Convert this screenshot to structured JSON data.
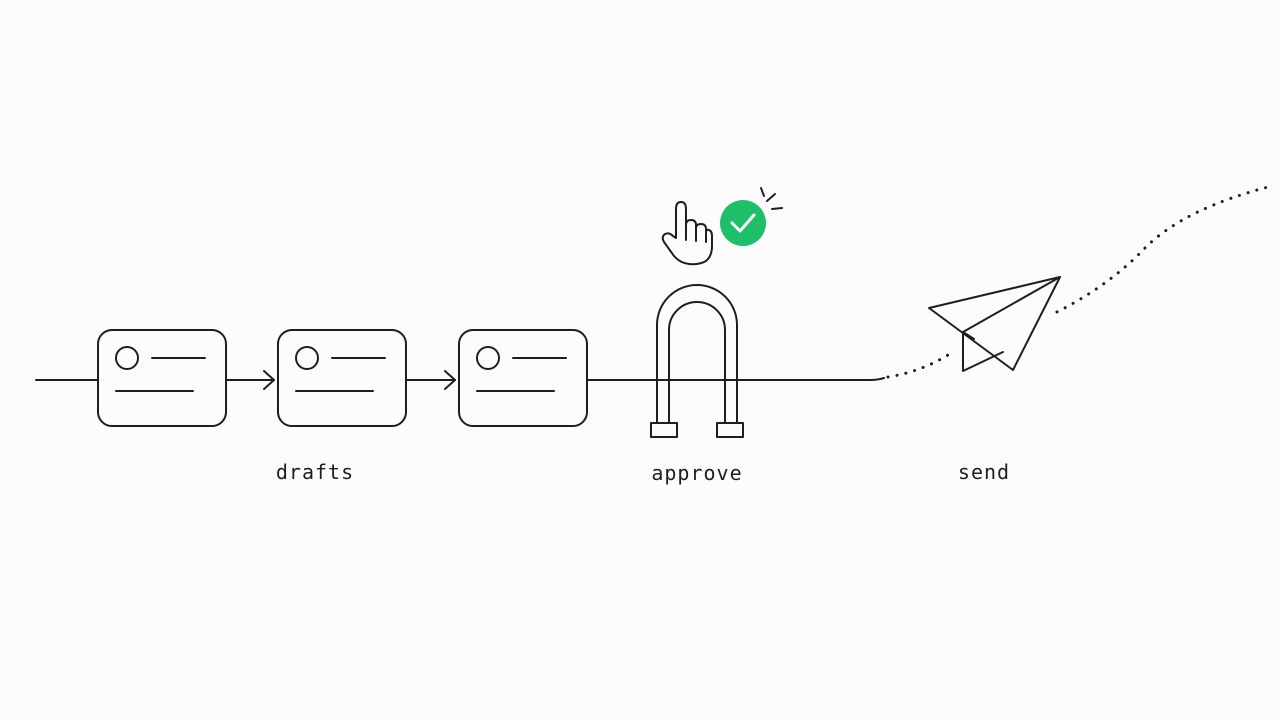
{
  "labels": {
    "drafts": "drafts",
    "approve": "approve",
    "send": "send"
  },
  "icons": [
    "pointer-hand-icon",
    "check-circle-icon",
    "paper-plane-icon",
    "magnet-gate-icon"
  ],
  "colors": {
    "ink": "#1e1e1e",
    "accent_green": "#1fbf6a",
    "background": "#fcfcfc"
  }
}
